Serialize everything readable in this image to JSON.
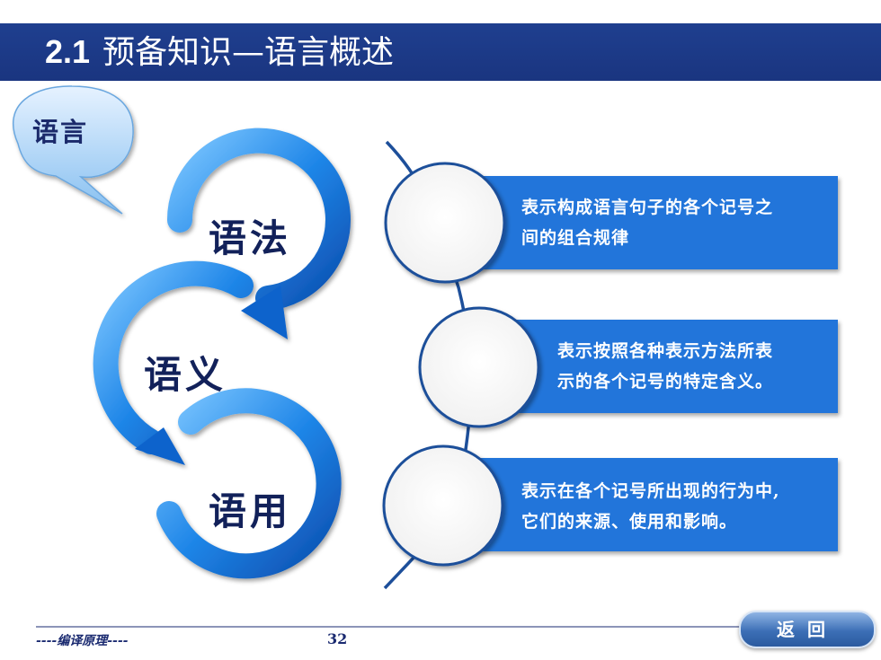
{
  "title": {
    "number": "2.1",
    "text": "预备知识—语言概述"
  },
  "bubble": {
    "label": "语言"
  },
  "cycle": [
    {
      "label": "语法",
      "description": "表示构成语言句子的各个记号之间的组合规律",
      "lines": [
        "表示构成语言句子的各个记号之",
        "间的组合规律"
      ]
    },
    {
      "label": "语义",
      "description": "表示按照各种表示方法所表示的各个记号的特定含义。",
      "lines": [
        "表示按照各种表示方法所表",
        "示的各个记号的特定含义。"
      ]
    },
    {
      "label": "语用",
      "description": "表示在各个记号所出现的行为中,它们的来源、使用和影响。",
      "lines": [
        "表示在各个记号所出现的行为中,",
        "它们的来源、使用和影响。"
      ]
    }
  ],
  "footer": {
    "course": "----编译原理----",
    "page_number": "32",
    "return_button": "返回"
  }
}
